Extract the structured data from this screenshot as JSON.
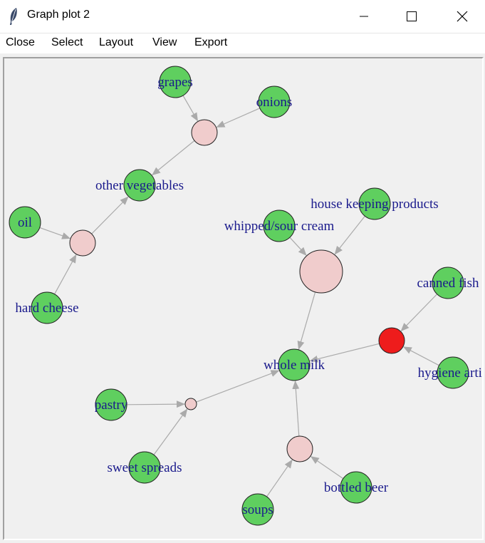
{
  "window": {
    "title": "Graph plot 2"
  },
  "menu": {
    "items": [
      "Close",
      "Select",
      "Layout",
      "View",
      "Export"
    ]
  },
  "graph": {
    "item_color": "#5fcf5f",
    "rule_color": "#f0cccc",
    "highlight_rule_color": "#ee1c1c",
    "edge_color": "#aaaaaa",
    "label_color": "#1a1a8c",
    "items": [
      {
        "id": "grapes",
        "label": "grapes"
      },
      {
        "id": "onions",
        "label": "onions"
      },
      {
        "id": "other_vegetables",
        "label": "other vegetables"
      },
      {
        "id": "oil",
        "label": "oil"
      },
      {
        "id": "hard_cheese",
        "label": "hard cheese"
      },
      {
        "id": "house_keeping",
        "label": "house keeping products"
      },
      {
        "id": "whipped_sour",
        "label": "whipped/sour cream"
      },
      {
        "id": "canned_fish",
        "label": "canned fish"
      },
      {
        "id": "hygiene",
        "label": "hygiene artic"
      },
      {
        "id": "whole_milk",
        "label": "whole milk"
      },
      {
        "id": "pastry",
        "label": "pastry"
      },
      {
        "id": "sweet_spreads",
        "label": "sweet spreads"
      },
      {
        "id": "bottled_beer",
        "label": "bottled beer"
      },
      {
        "id": "soups",
        "label": "soups"
      }
    ],
    "rules": [
      {
        "id": "r1",
        "from": [
          "grapes",
          "onions"
        ],
        "to": "other_vegetables",
        "highlighted": false
      },
      {
        "id": "r2",
        "from": [
          "oil",
          "hard_cheese"
        ],
        "to": "other_vegetables",
        "highlighted": false
      },
      {
        "id": "r3",
        "from": [
          "whipped_sour",
          "house_keeping"
        ],
        "to": "whole_milk",
        "highlighted": false
      },
      {
        "id": "r4",
        "from": [
          "canned_fish",
          "hygiene"
        ],
        "to": "whole_milk",
        "highlighted": true
      },
      {
        "id": "r5",
        "from": [
          "pastry",
          "sweet_spreads"
        ],
        "to": "whole_milk",
        "highlighted": false
      },
      {
        "id": "r6",
        "from": [
          "soups",
          "bottled_beer"
        ],
        "to": "whole_milk",
        "highlighted": false
      }
    ]
  }
}
